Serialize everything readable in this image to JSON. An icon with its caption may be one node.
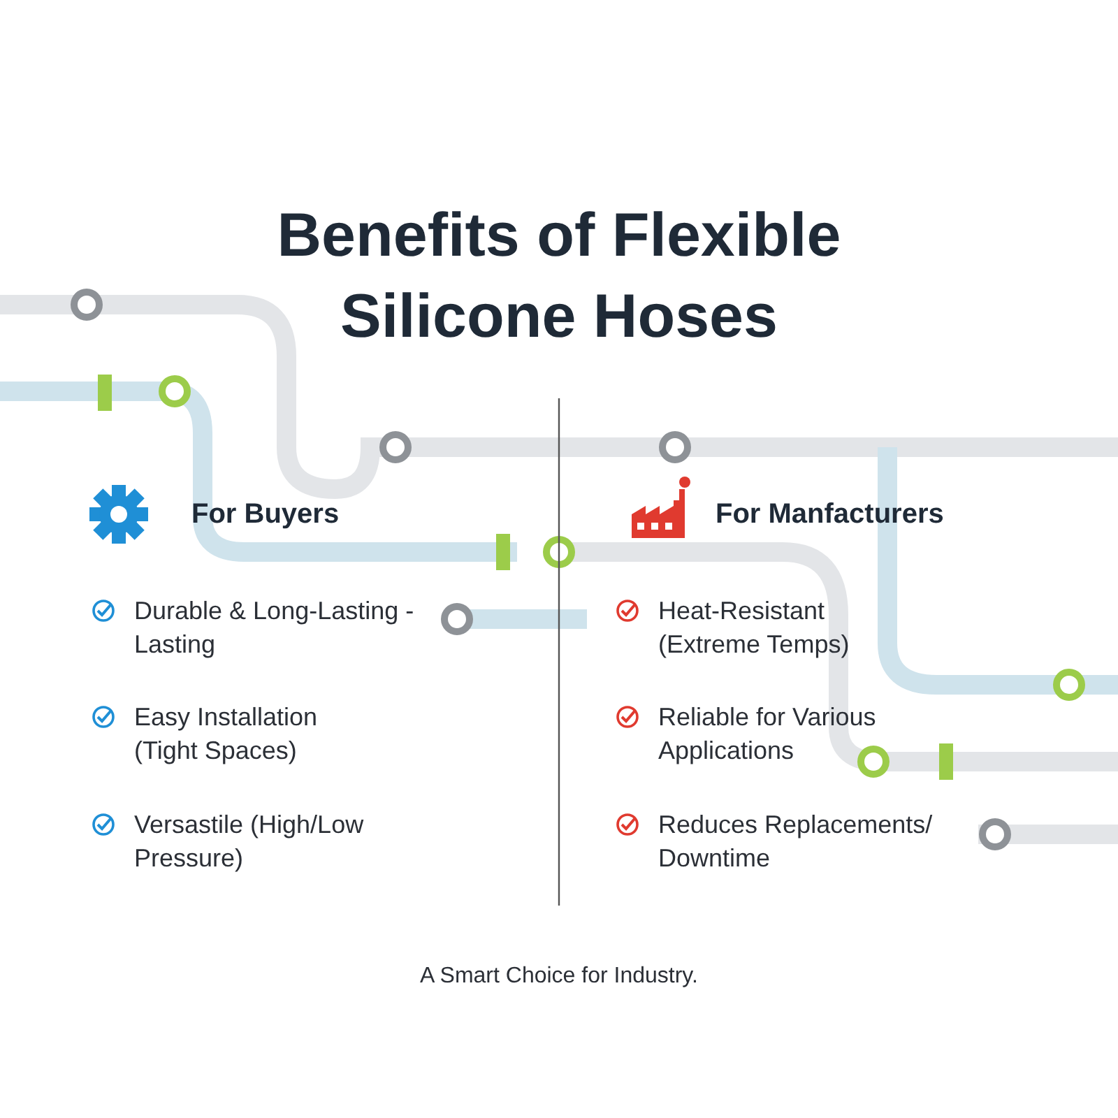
{
  "diagram": {
    "title": "Benefits of Flexible Silicone Hoses",
    "caption": "A Smart Choice for Industry.",
    "labels": [
      "For Buyers",
      "Durable & Long-Lasting -Lasting",
      "Easy Installation (Tight Spaces)",
      "Versastile (High/Low Pressure)",
      "For Manfacturers",
      "Heat-Resistant (Extreme Temps)",
      "Reliable for Various Applications",
      "Reduces Replacements/ Downtime"
    ]
  }
}
